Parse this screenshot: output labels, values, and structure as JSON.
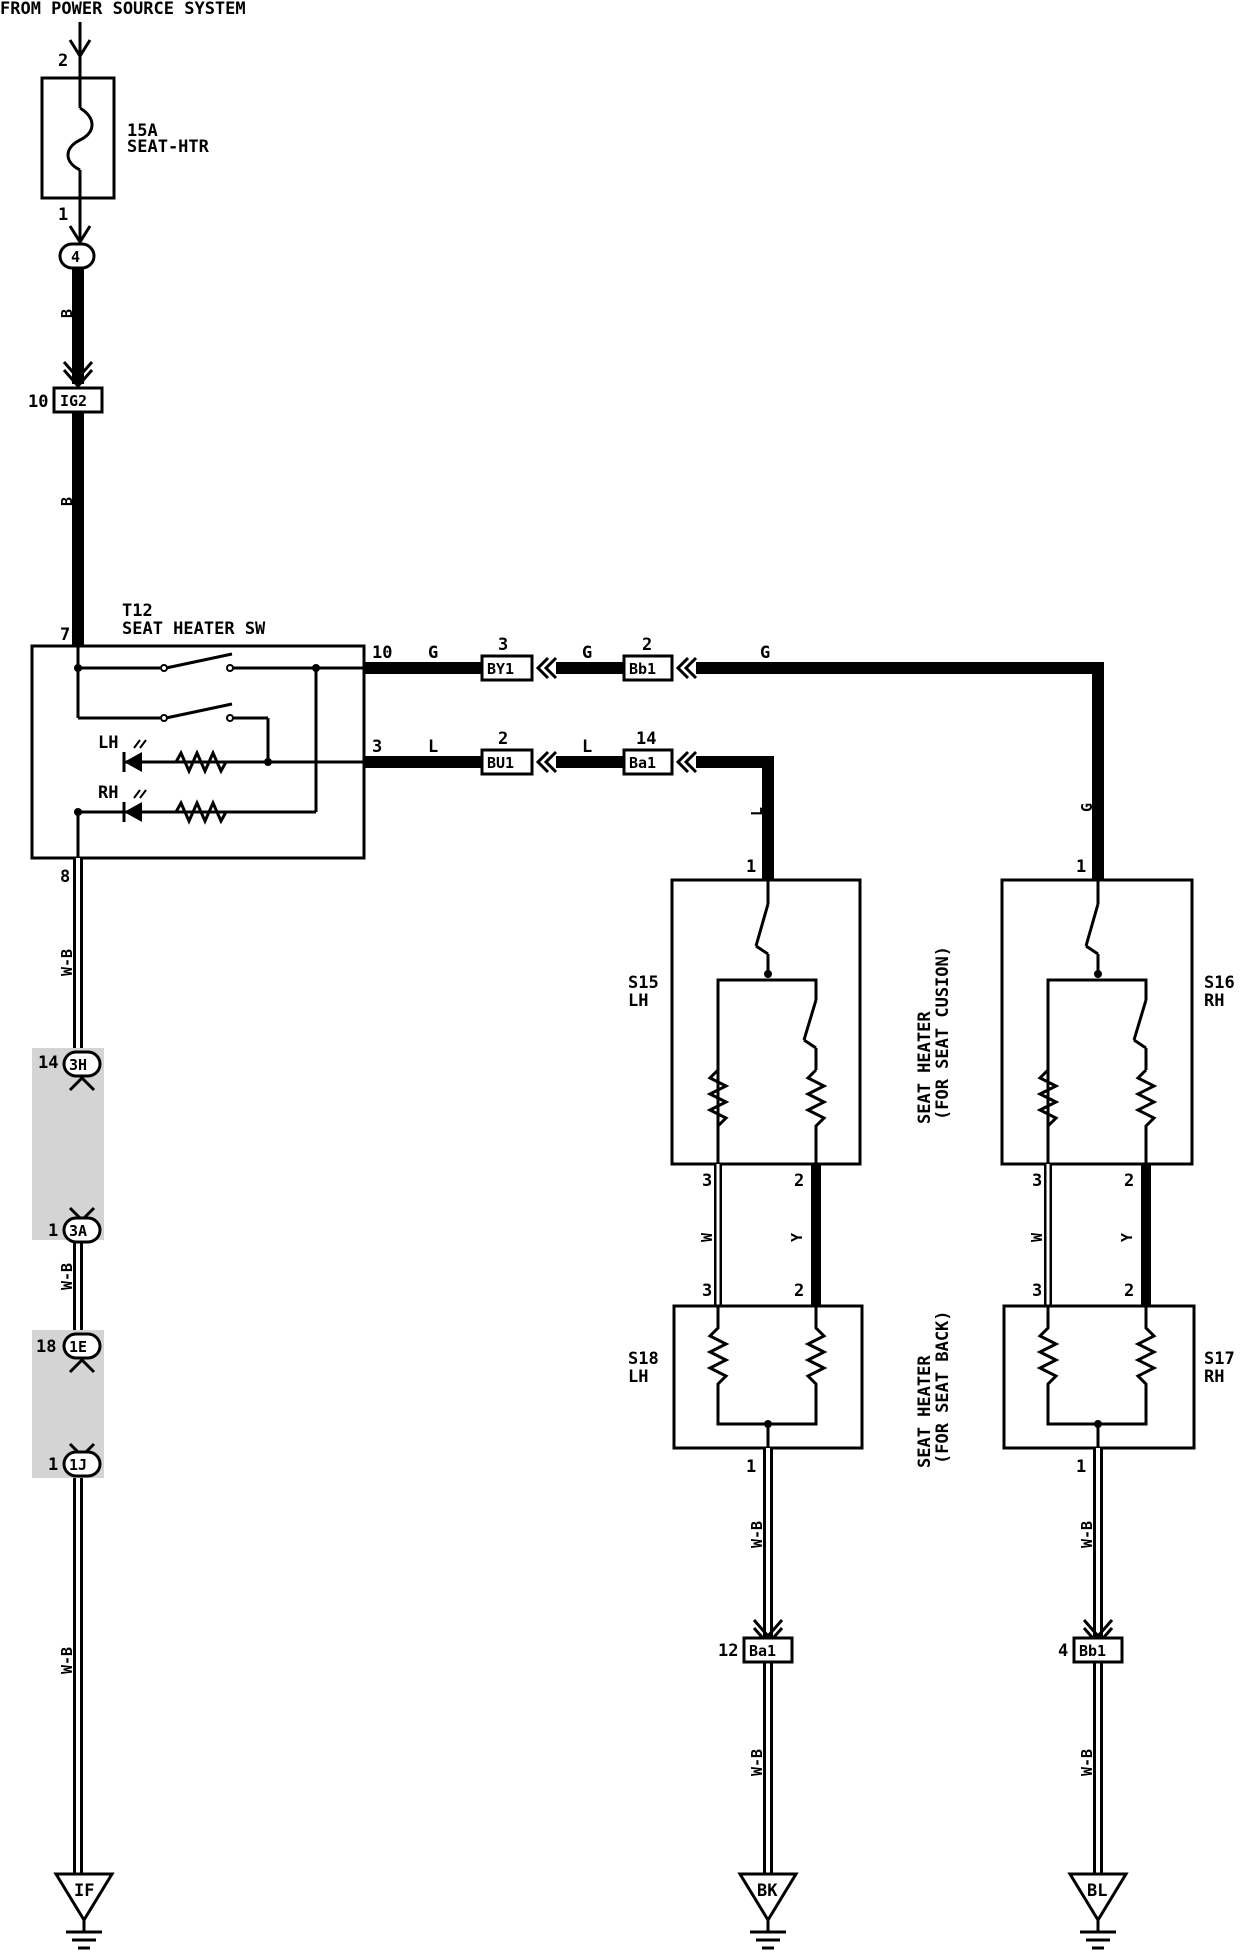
{
  "source_label": "FROM POWER SOURCE SYSTEM",
  "fuse": {
    "rating": "15A",
    "name": "SEAT-HTR",
    "pin_in": "2",
    "pin_out": "1"
  },
  "connectors": {
    "c4": "4",
    "ig2": "IG2",
    "ig2_pin": "10",
    "by1": "BY1",
    "by1_pin": "3",
    "bb1_top": "Bb1",
    "bb1_top_pin": "2",
    "bu1": "BU1",
    "bu1_pin": "2",
    "ba1_top": "Ba1",
    "ba1_top_pin": "14",
    "c3h": "3H",
    "c3h_pin": "14",
    "c3a": "3A",
    "c3a_pin": "1",
    "c1e": "1E",
    "c1e_pin": "18",
    "c1j": "1J",
    "c1j_pin": "1",
    "ba1_bot": "Ba1",
    "ba1_bot_pin": "12",
    "bb1_bot": "Bb1",
    "bb1_bot_pin": "4"
  },
  "wire_colors": {
    "b1": "B",
    "b2": "B",
    "g1": "G",
    "g2": "G",
    "g3": "G",
    "g4": "G",
    "l1": "L",
    "l2": "L",
    "l3": "L",
    "wb1": "W-B",
    "wb2": "W-B",
    "wb3": "W-B",
    "wb_lh1": "W-B",
    "wb_lh2": "W-B",
    "wb_rh1": "W-B",
    "wb_rh2": "W-B",
    "w_lh": "W",
    "y_lh": "Y",
    "w_rh": "W",
    "y_rh": "Y"
  },
  "switch": {
    "code": "T12",
    "name": "SEAT HEATER SW",
    "lh": "LH",
    "rh": "RH",
    "pin7": "7",
    "pin10": "10",
    "pin3": "3",
    "pin8": "8"
  },
  "heaters": {
    "s15": {
      "code": "S15",
      "side": "LH",
      "pin1": "1",
      "pin3": "3",
      "pin2": "2"
    },
    "s16": {
      "code": "S16",
      "side": "RH",
      "pin1": "1",
      "pin3": "3",
      "pin2": "2"
    },
    "s18": {
      "code": "S18",
      "side": "LH",
      "pin3": "3",
      "pin2": "2",
      "pin1": "1"
    },
    "s17": {
      "code": "S17",
      "side": "RH",
      "pin3": "3",
      "pin2": "2",
      "pin1": "1"
    },
    "cushion_label": [
      "SEAT HEATER",
      "(FOR SEAT CUSION)"
    ],
    "back_label": [
      "SEAT HEATER",
      "(FOR SEAT BACK)"
    ]
  },
  "grounds": {
    "g1": "IF",
    "g2": "BK",
    "g3": "BL"
  }
}
